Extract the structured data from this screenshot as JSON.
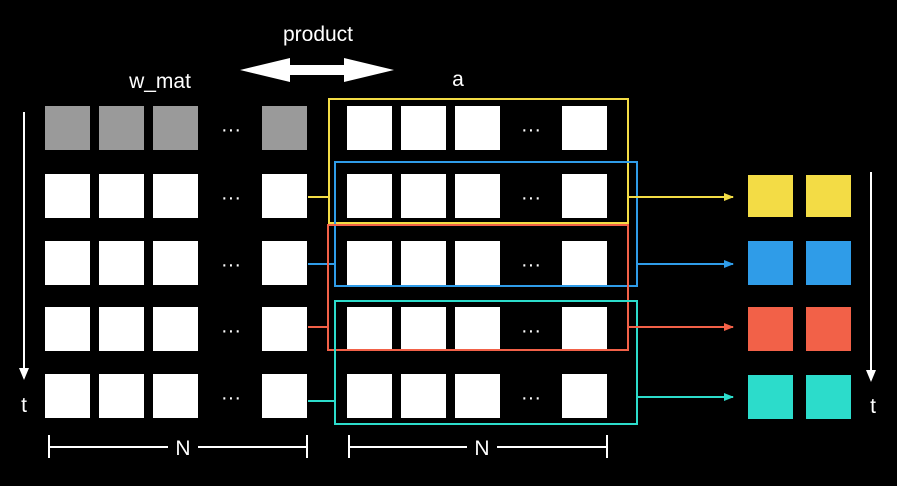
{
  "labels": {
    "product": "product",
    "w_mat": "w_mat",
    "a": "a",
    "t_left": "t",
    "t_right": "t",
    "n_left": "N",
    "n_right": "N",
    "ellipsis": "···"
  },
  "colors": {
    "background": "#000000",
    "cell": "#ffffff",
    "gray_cell": "#9a9a9a",
    "yellow": "#f3dc45",
    "blue": "#2f9ce8",
    "red": "#f26148",
    "teal": "#2cdccb"
  }
}
